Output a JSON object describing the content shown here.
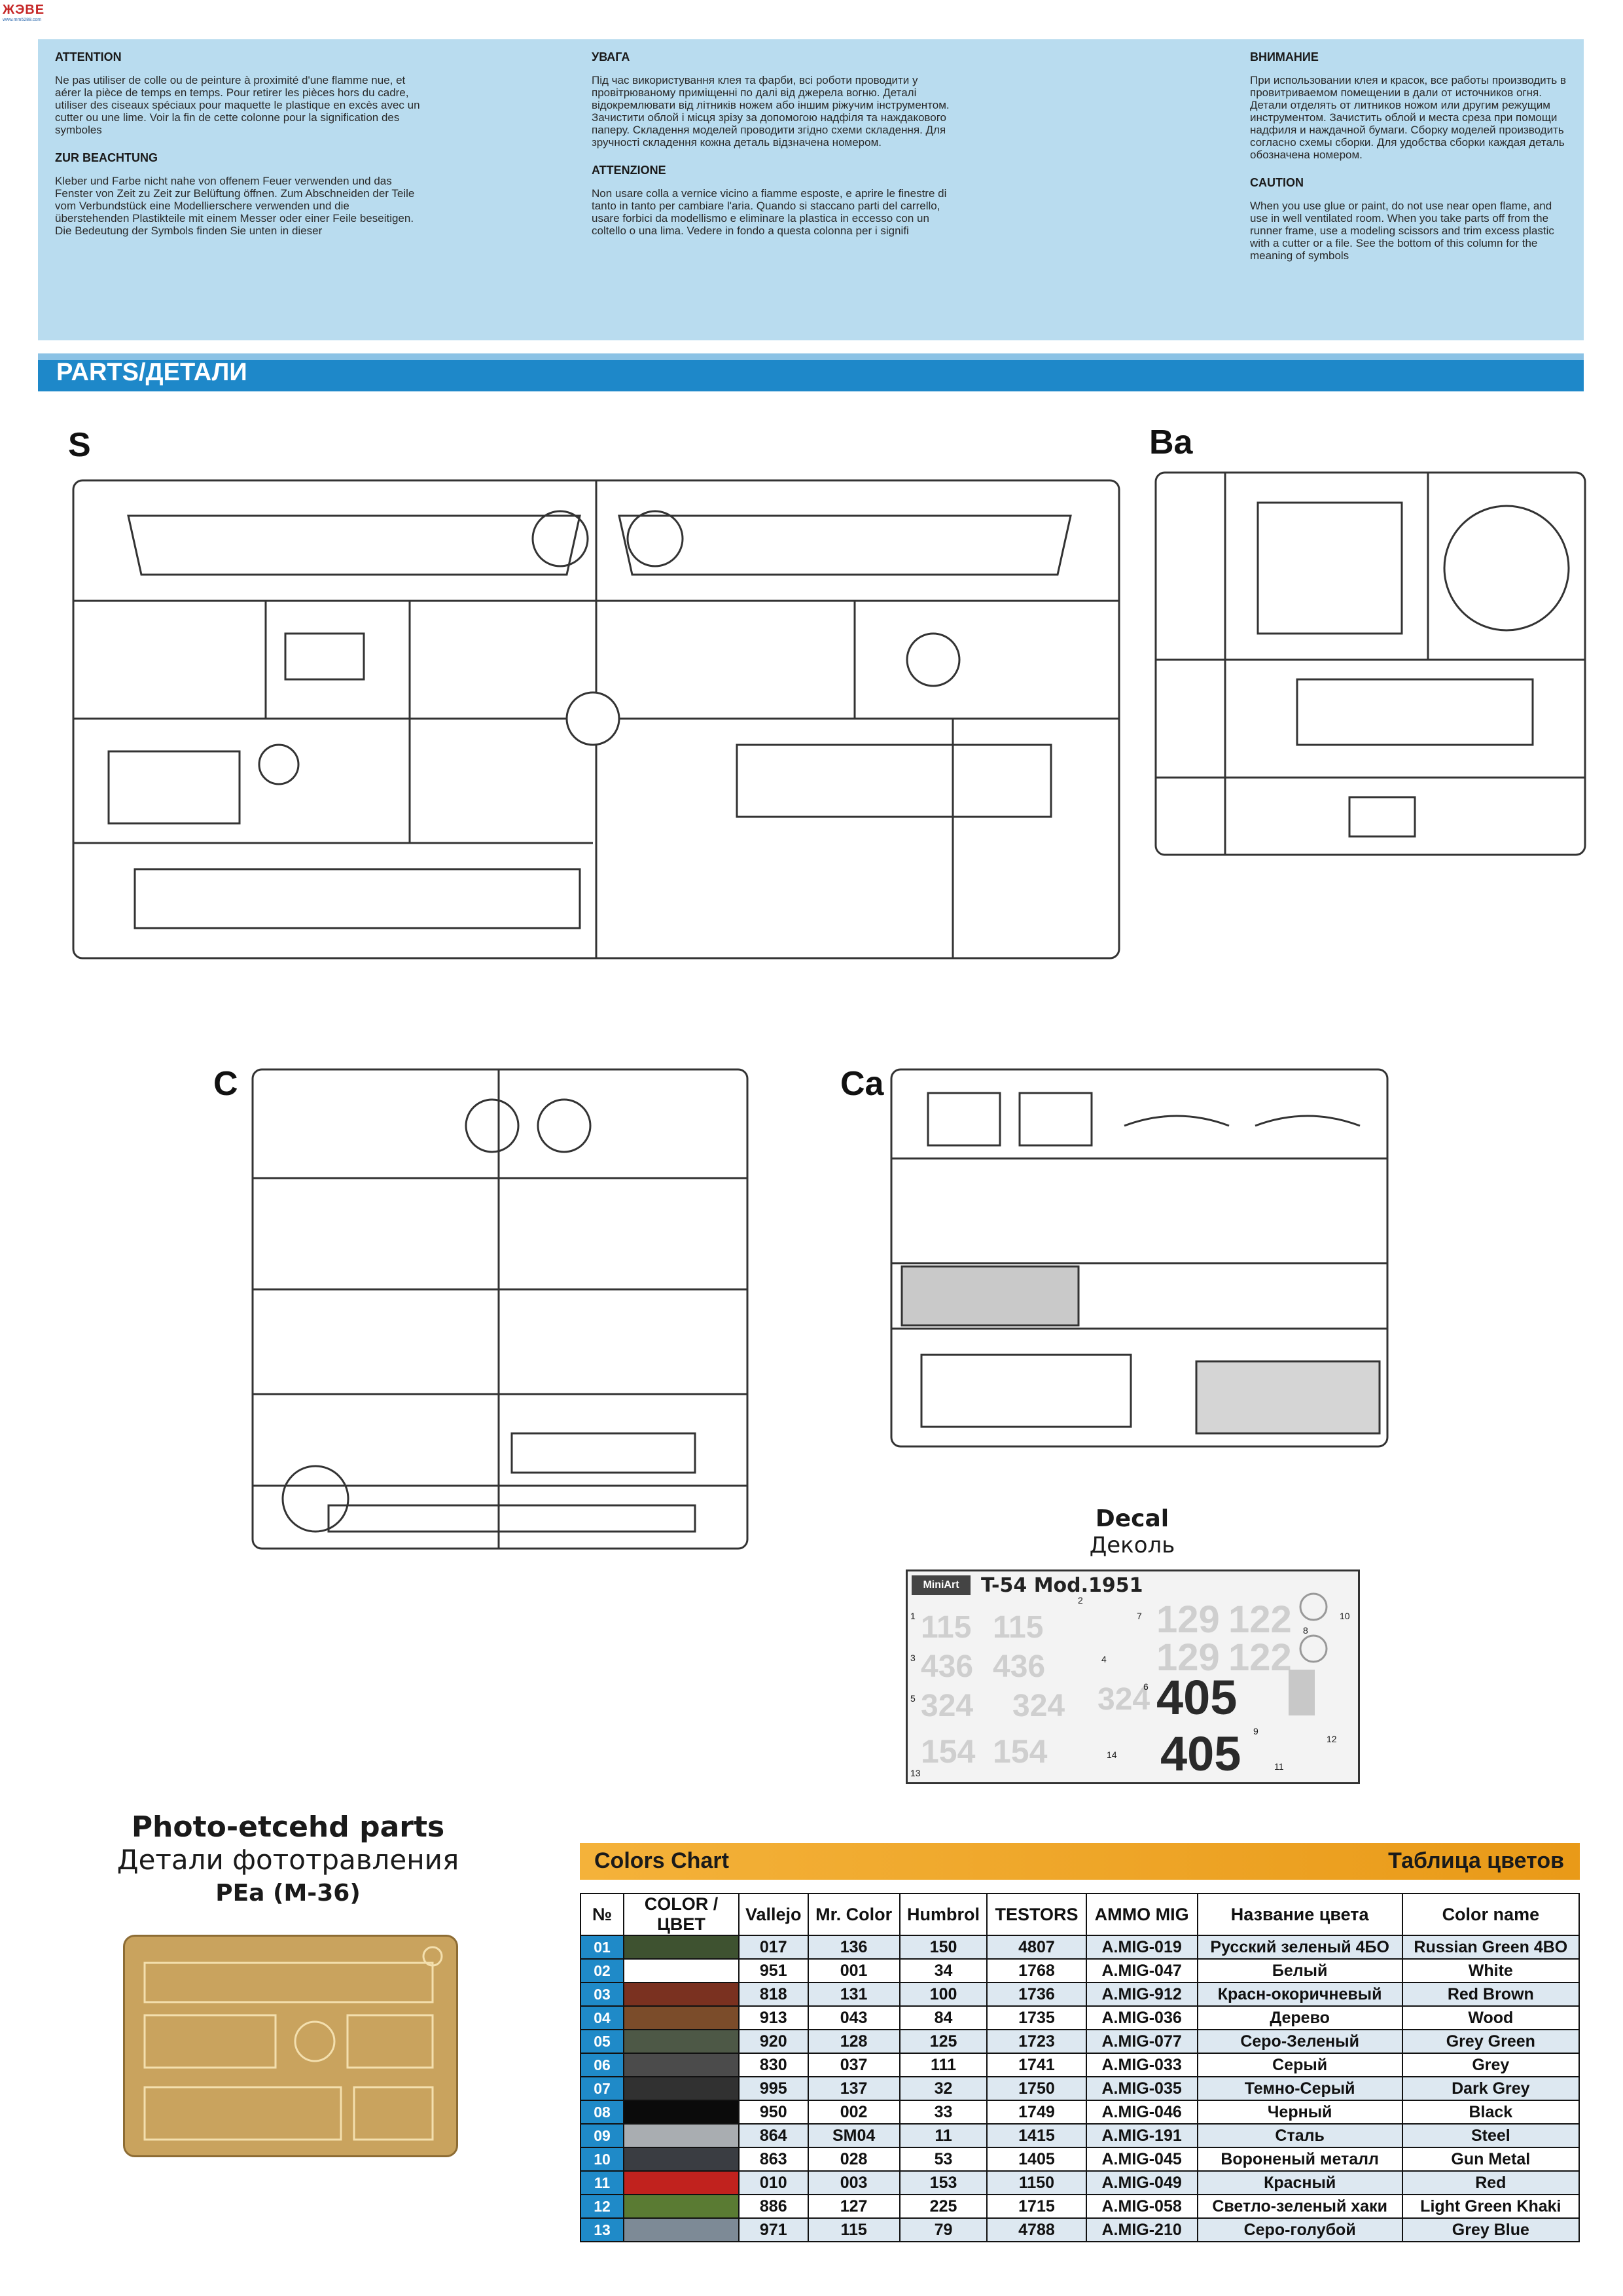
{
  "logo": {
    "top": "ЖЭВЕ",
    "bottom": "www.mm5288.com"
  },
  "cautions": [
    {
      "title": "ATTENTION",
      "paragraphs": [
        "Ne pas utiliser de colle ou de peinture à proximité d'une flamme nue, et aérer la pièce de temps en temps. Pour retirer les pièces hors du cadre, utiliser des ciseaux spéciaux pour maquette le plastique en excès avec un cutter ou une lime. Voir la fin de cette colonne pour la signification des symboles"
      ]
    },
    {
      "title": "ZUR BEACHTUNG",
      "paragraphs": [
        "Kleber und Farbe nicht nahe von offenem Feuer verwenden und das Fenster von Zeit zu Zeit zur Belüftung öffnen. Zum Abschneiden der Teile vom Verbundstück eine Modellierschere verwenden und die überstehenden Plastikteile mit einem Messer oder einer Feile beseitigen. Die Bedeutung der Symbols finden Sie unten in dieser"
      ]
    },
    {
      "title": "УВАГА",
      "paragraphs": [
        "Під час використування клея та фарби, всі роботи проводити у провітрюваному приміщенні по далі від джерела вогню. Деталі відокремлювати від літників ножем або іншим ріжучим інструментом. Зачистити облой і місця зрізу за допомогою надфіля та наждакового паперу. Складення моделей проводити згідно схеми складення. Для зручності складення кожна деталь відзначена номером."
      ]
    },
    {
      "title": "ATTENZIONE",
      "paragraphs": [
        "Non usare colla a vernice vicino a fiamme esposte, e aprire le finestre di tanto in tanto per cambiare l'aria. Quando si staccano parti del carrello, usare forbici da modellismo e eliminare la plastica in eccesso con un coltello o una lima. Vedere in fondo a questa colonna per i signifi"
      ]
    },
    {
      "title": "ВНИМАНИЕ",
      "paragraphs": [
        "При использовании клея и красок, все работы производить в провитриваемом помещении в дали от источников огня. Детали отделять от литников ножом или другим режущим инструментом. Зачистить облой и места среза при помощи надфиля и наждачной бумаги. Сборку моделей производить согласно схемы сборки. Для удобства сборки каждая деталь обозначена номером."
      ]
    },
    {
      "title": "CAUTION",
      "paragraphs": [
        "When you use glue or paint, do not use near open flame, and use in well ventilated room. When you take parts off from the runner frame, use a modeling scissors and trim excess plastic with a cutter or a file. See the bottom of this column for the meaning of symbols"
      ]
    }
  ],
  "parts_header": "PARTS/ДЕТАЛИ",
  "sprues": {
    "s": "S",
    "ba": "Ba",
    "c": "C",
    "ca": "Ca"
  },
  "decal": {
    "title": "Decal",
    "title_ru": "Деколь",
    "brand": "MiniArt",
    "sheet_title": "T-54 Mod.1951",
    "big_numbers": [
      "405",
      "405"
    ],
    "numbers": [
      "129",
      "122",
      "129",
      "122",
      "324",
      "324",
      "324",
      "436",
      "436",
      "115",
      "115",
      "154",
      "154"
    ],
    "indexes": [
      "1",
      "2",
      "3",
      "4",
      "5",
      "6",
      "7",
      "8",
      "9",
      "10",
      "11",
      "12",
      "13",
      "14"
    ]
  },
  "photo_etch": {
    "title": "Photo-etcehd parts",
    "title_ru": "Детали фототравления",
    "code": "PEa (M-36)"
  },
  "colors_chart": {
    "title": "Colors Chart",
    "title_ru": "Таблица цветов",
    "headers": [
      "№",
      "COLOR / ЦВЕТ",
      "Vallejo",
      "Mr. Color",
      "Humbrol",
      "TESTORS",
      "AMMO MIG",
      "Название цвета",
      "Color name"
    ],
    "rows": [
      {
        "n": "01",
        "swatch": "#3e5230",
        "vallejo": "017",
        "mrcolor": "136",
        "humbrol": "150",
        "testors": "4807",
        "ammo": "A.MIG-019",
        "ru": "Русский зеленый 4БО",
        "en": "Russian Green 4BO"
      },
      {
        "n": "02",
        "swatch": "#ffffff",
        "vallejo": "951",
        "mrcolor": "001",
        "humbrol": "34",
        "testors": "1768",
        "ammo": "A.MIG-047",
        "ru": "Белый",
        "en": "White"
      },
      {
        "n": "03",
        "swatch": "#7a3120",
        "vallejo": "818",
        "mrcolor": "131",
        "humbrol": "100",
        "testors": "1736",
        "ammo": "A.MIG-912",
        "ru": "Красн-окоричневый",
        "en": "Red Brown"
      },
      {
        "n": "04",
        "swatch": "#7b4c2a",
        "vallejo": "913",
        "mrcolor": "043",
        "humbrol": "84",
        "testors": "1735",
        "ammo": "A.MIG-036",
        "ru": "Дерево",
        "en": "Wood"
      },
      {
        "n": "05",
        "swatch": "#4d5846",
        "vallejo": "920",
        "mrcolor": "128",
        "humbrol": "125",
        "testors": "1723",
        "ammo": "A.MIG-077",
        "ru": "Серо-Зеленый",
        "en": "Grey Green"
      },
      {
        "n": "06",
        "swatch": "#4b4b4b",
        "vallejo": "830",
        "mrcolor": "037",
        "humbrol": "111",
        "testors": "1741",
        "ammo": "A.MIG-033",
        "ru": "Серый",
        "en": "Grey"
      },
      {
        "n": "07",
        "swatch": "#313131",
        "vallejo": "995",
        "mrcolor": "137",
        "humbrol": "32",
        "testors": "1750",
        "ammo": "A.MIG-035",
        "ru": "Темно-Серый",
        "en": "Dark Grey"
      },
      {
        "n": "08",
        "swatch": "#0b0b0b",
        "vallejo": "950",
        "mrcolor": "002",
        "humbrol": "33",
        "testors": "1749",
        "ammo": "A.MIG-046",
        "ru": "Черный",
        "en": "Black"
      },
      {
        "n": "09",
        "swatch": "#a9adb1",
        "vallejo": "864",
        "mrcolor": "SM04",
        "humbrol": "11",
        "testors": "1415",
        "ammo": "A.MIG-191",
        "ru": "Сталь",
        "en": "Steel"
      },
      {
        "n": "10",
        "swatch": "#3a3d42",
        "vallejo": "863",
        "mrcolor": "028",
        "humbrol": "53",
        "testors": "1405",
        "ammo": "A.MIG-045",
        "ru": "Вороненый металл",
        "en": "Gun Metal"
      },
      {
        "n": "11",
        "swatch": "#c1221e",
        "vallejo": "010",
        "mrcolor": "003",
        "humbrol": "153",
        "testors": "1150",
        "ammo": "A.MIG-049",
        "ru": "Красный",
        "en": "Red"
      },
      {
        "n": "12",
        "swatch": "#5a7b33",
        "vallejo": "886",
        "mrcolor": "127",
        "humbrol": "225",
        "testors": "1715",
        "ammo": "A.MIG-058",
        "ru": "Светло-зеленый хаки",
        "en": "Light Green Khaki"
      },
      {
        "n": "13",
        "swatch": "#7d8a96",
        "vallejo": "971",
        "mrcolor": "115",
        "humbrol": "79",
        "testors": "4788",
        "ammo": "A.MIG-210",
        "ru": "Серо-голубой",
        "en": "Grey Blue"
      }
    ]
  }
}
